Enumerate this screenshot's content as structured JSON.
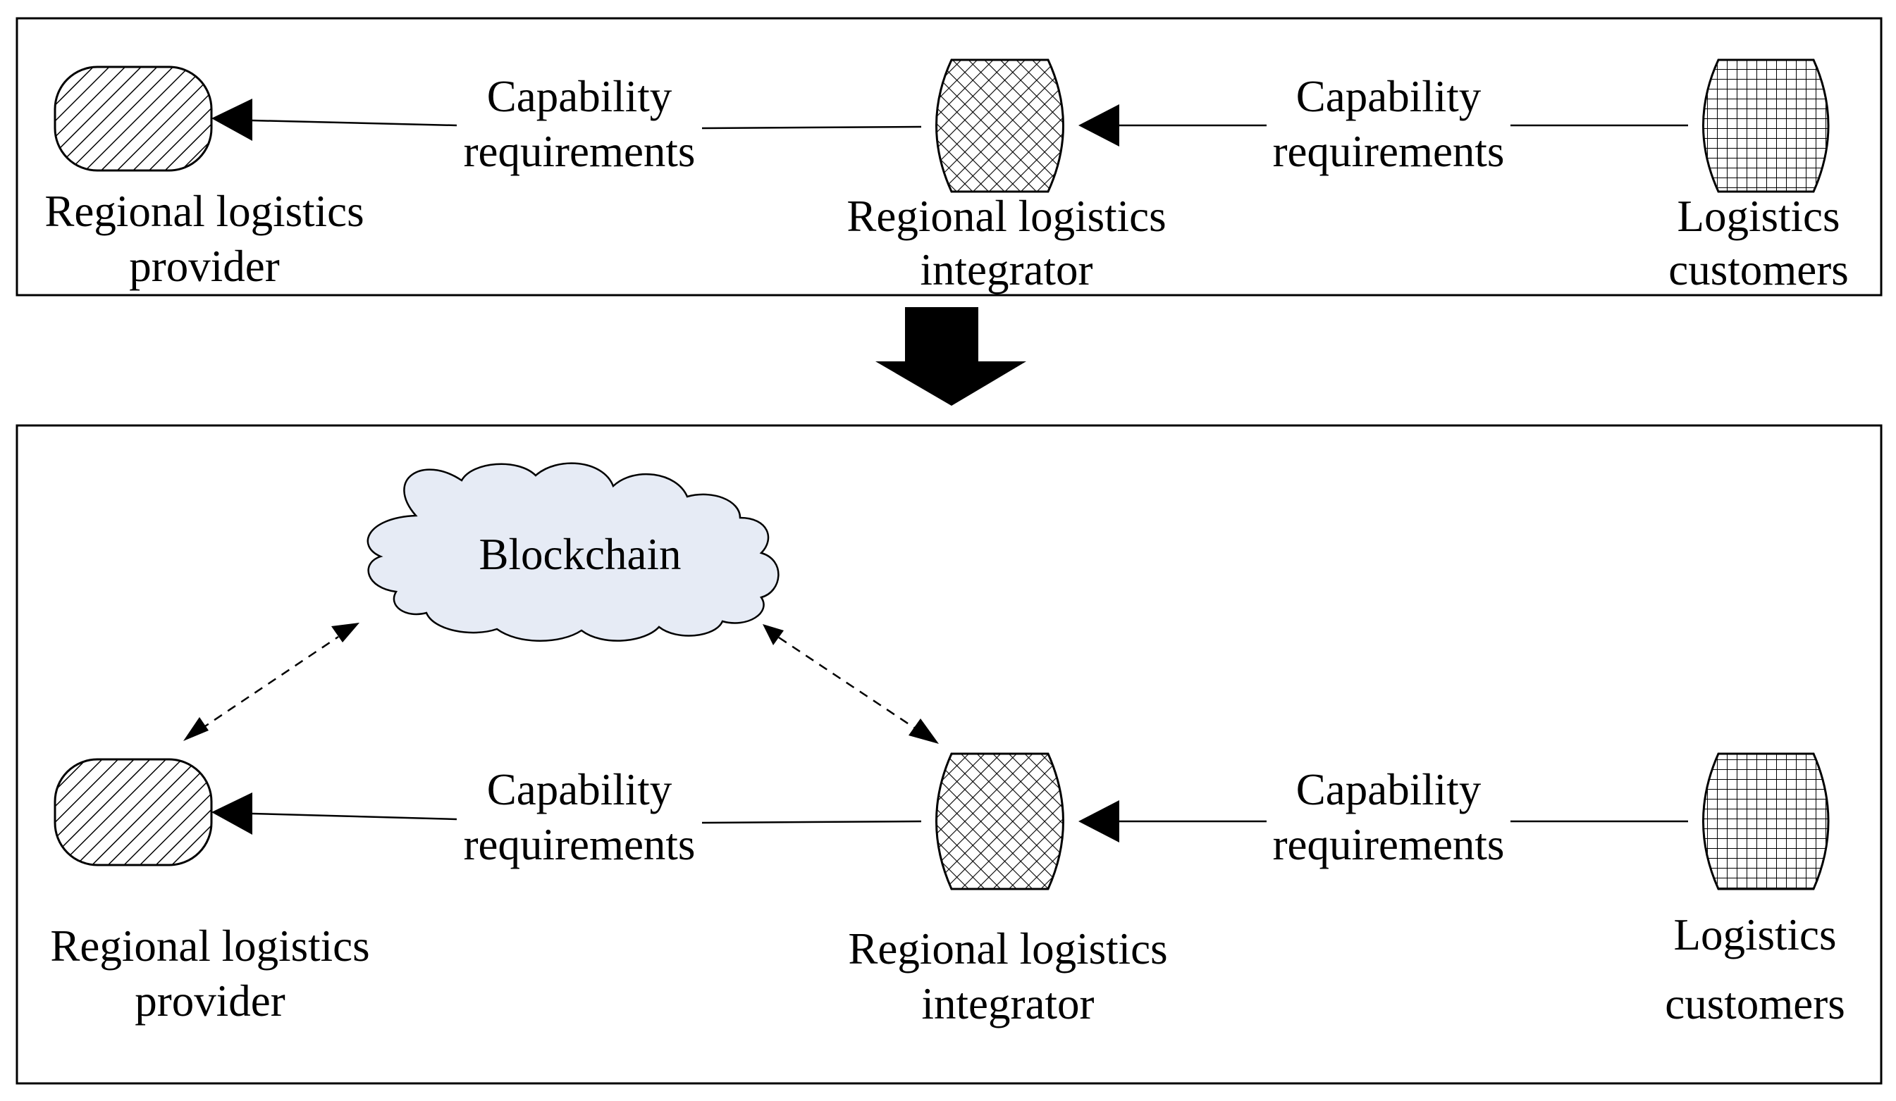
{
  "top_panel": {
    "provider": {
      "line1": "Regional logistics",
      "line2": "provider"
    },
    "integrator": {
      "line1": "Regional logistics",
      "line2": "integrator"
    },
    "customers": {
      "line1": "Logistics",
      "line2": "customers"
    },
    "edge_left": {
      "line1": "Capability",
      "line2": "requirements"
    },
    "edge_right": {
      "line1": "Capability",
      "line2": "requirements"
    }
  },
  "bottom_panel": {
    "blockchain": {
      "label": "Blockchain",
      "fill_color": "#e6ebf5"
    },
    "provider": {
      "line1": "Regional logistics",
      "line2": "provider"
    },
    "integrator": {
      "line1": "Regional logistics",
      "line2": "integrator"
    },
    "customers": {
      "line1": "Logistics",
      "line2": "customers"
    },
    "edge_left": {
      "line1": "Capability",
      "line2": "requirements"
    },
    "edge_right": {
      "line1": "Capability",
      "line2": "requirements"
    }
  },
  "node_patterns": {
    "provider": "diagonal-hatch",
    "integrator": "cross-hatch",
    "customers": "grid"
  }
}
